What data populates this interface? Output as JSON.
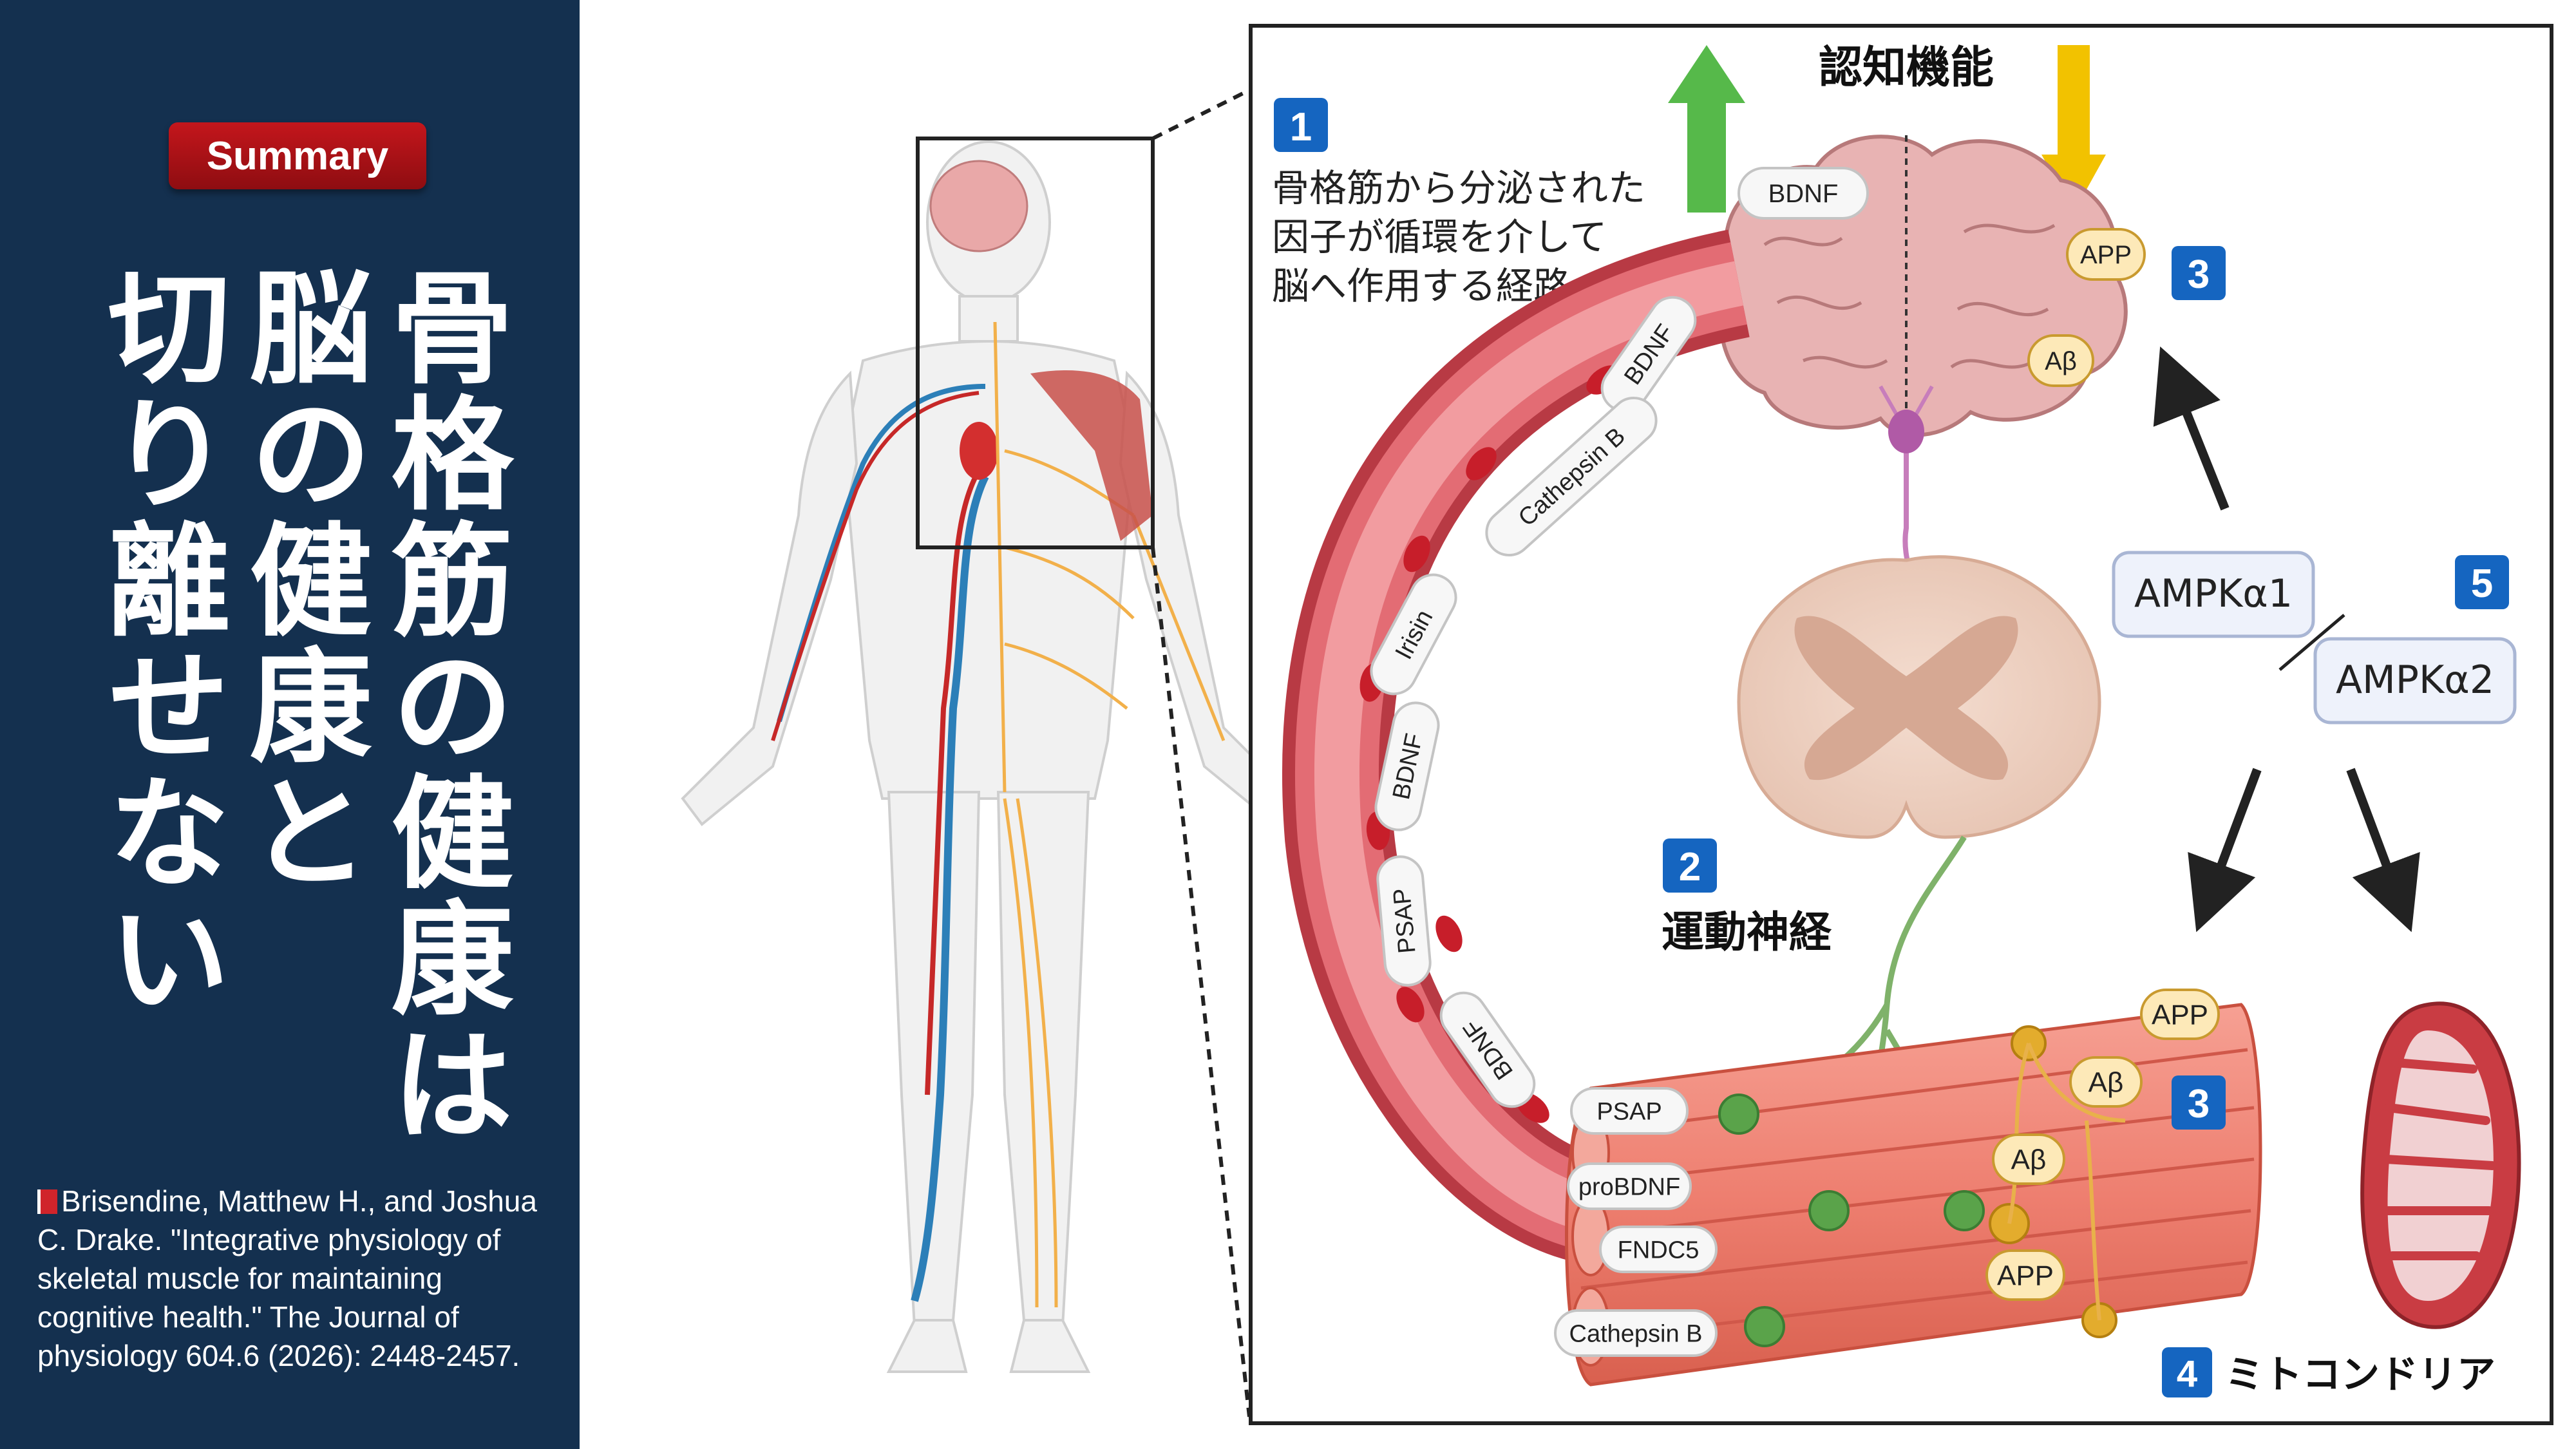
{
  "sidebar": {
    "badge": "Summary",
    "title_lines": [
      "骨格筋の健康は",
      "脳の健康と",
      "切り離せない"
    ],
    "citation": "Brisendine, Matthew H., and Joshua C. Drake. \"Integrative physiology of skeletal muscle for maintaining cognitive health.\" The Journal of physiology 604.6 (2026): 2448-2457."
  },
  "diagram": {
    "header": "認知機能",
    "step1": {
      "number": "1",
      "text_lines": [
        "骨格筋から分泌された",
        "因子が循環を介して",
        "脳へ作用する経路"
      ]
    },
    "step2": {
      "number": "2",
      "label": "運動神経"
    },
    "step3": {
      "number": "3"
    },
    "step4": {
      "number": "4",
      "label": "ミトコンドリア"
    },
    "step5": {
      "number": "5",
      "nodes": [
        "AMPKα1",
        "AMPKα2"
      ]
    },
    "brain_labels": [
      "BDNF",
      "APP",
      "Aβ"
    ],
    "vessel_labels": [
      "BDNF",
      "Cathepsin B",
      "Irisin",
      "BDNF",
      "PSAP",
      "BDNF"
    ],
    "muscle_secreted": [
      "PSAP",
      "proBDNF",
      "FNDC5",
      "Cathepsin B"
    ],
    "muscle_protein_labels": [
      "APP",
      "Aβ",
      "Aβ",
      "APP"
    ],
    "colors": {
      "panel_bg": "#14304f",
      "badge": "#b01218",
      "step_badge": "#1565c0",
      "arrow_up": "#56b94a",
      "arrow_down": "#f2c200",
      "vessel": "#d9525c",
      "muscle": "#ee7f70",
      "brain": "#e8b3b3",
      "nerve": "#7fb26a"
    },
    "icons": [
      "human-body-icon",
      "brain-icon",
      "spinal-cord-icon",
      "neuron-icon",
      "blood-vessel-icon",
      "red-blood-cell-icon",
      "muscle-fiber-icon",
      "mitochondria-icon"
    ]
  }
}
